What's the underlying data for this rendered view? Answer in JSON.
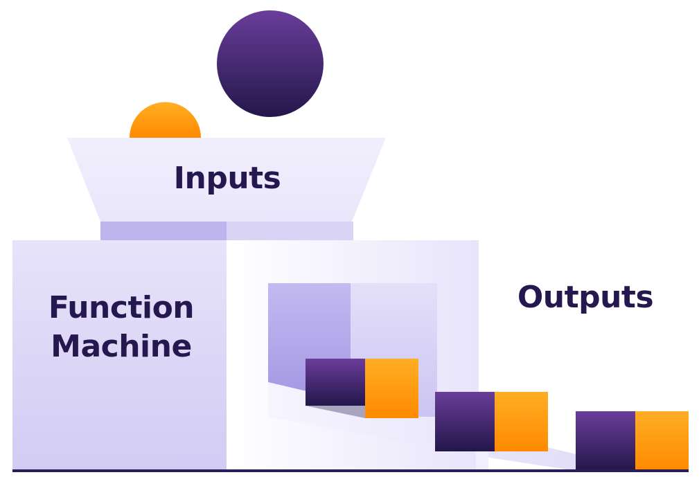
{
  "labels": {
    "inputs": "Inputs",
    "function_line1": "Function",
    "function_line2": "Machine",
    "outputs": "Outputs"
  },
  "colors": {
    "navy": "#25184f",
    "purple": "#6a3d9a",
    "orange": "#ffa41b",
    "lavender_light": "#efedfc",
    "lavender": "#dcd8f6",
    "lavender_dark": "#bdb4ee"
  }
}
